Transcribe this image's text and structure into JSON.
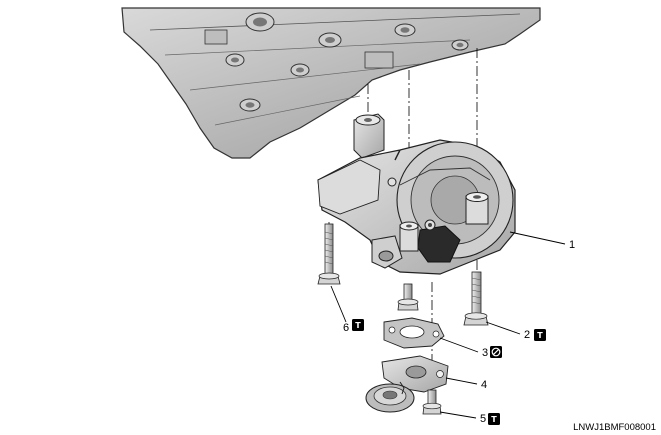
{
  "figure_code": "LNWJ1BMF008001",
  "callouts": [
    {
      "num": "1",
      "symbol": "none"
    },
    {
      "num": "2",
      "symbol": "torque"
    },
    {
      "num": "3",
      "symbol": "do-not-reuse"
    },
    {
      "num": "4",
      "symbol": "none"
    },
    {
      "num": "5",
      "symbol": "torque"
    },
    {
      "num": "6",
      "symbol": "torque"
    }
  ],
  "symbols": {
    "torque_glyph": "T",
    "symbol_color": "#000000"
  }
}
